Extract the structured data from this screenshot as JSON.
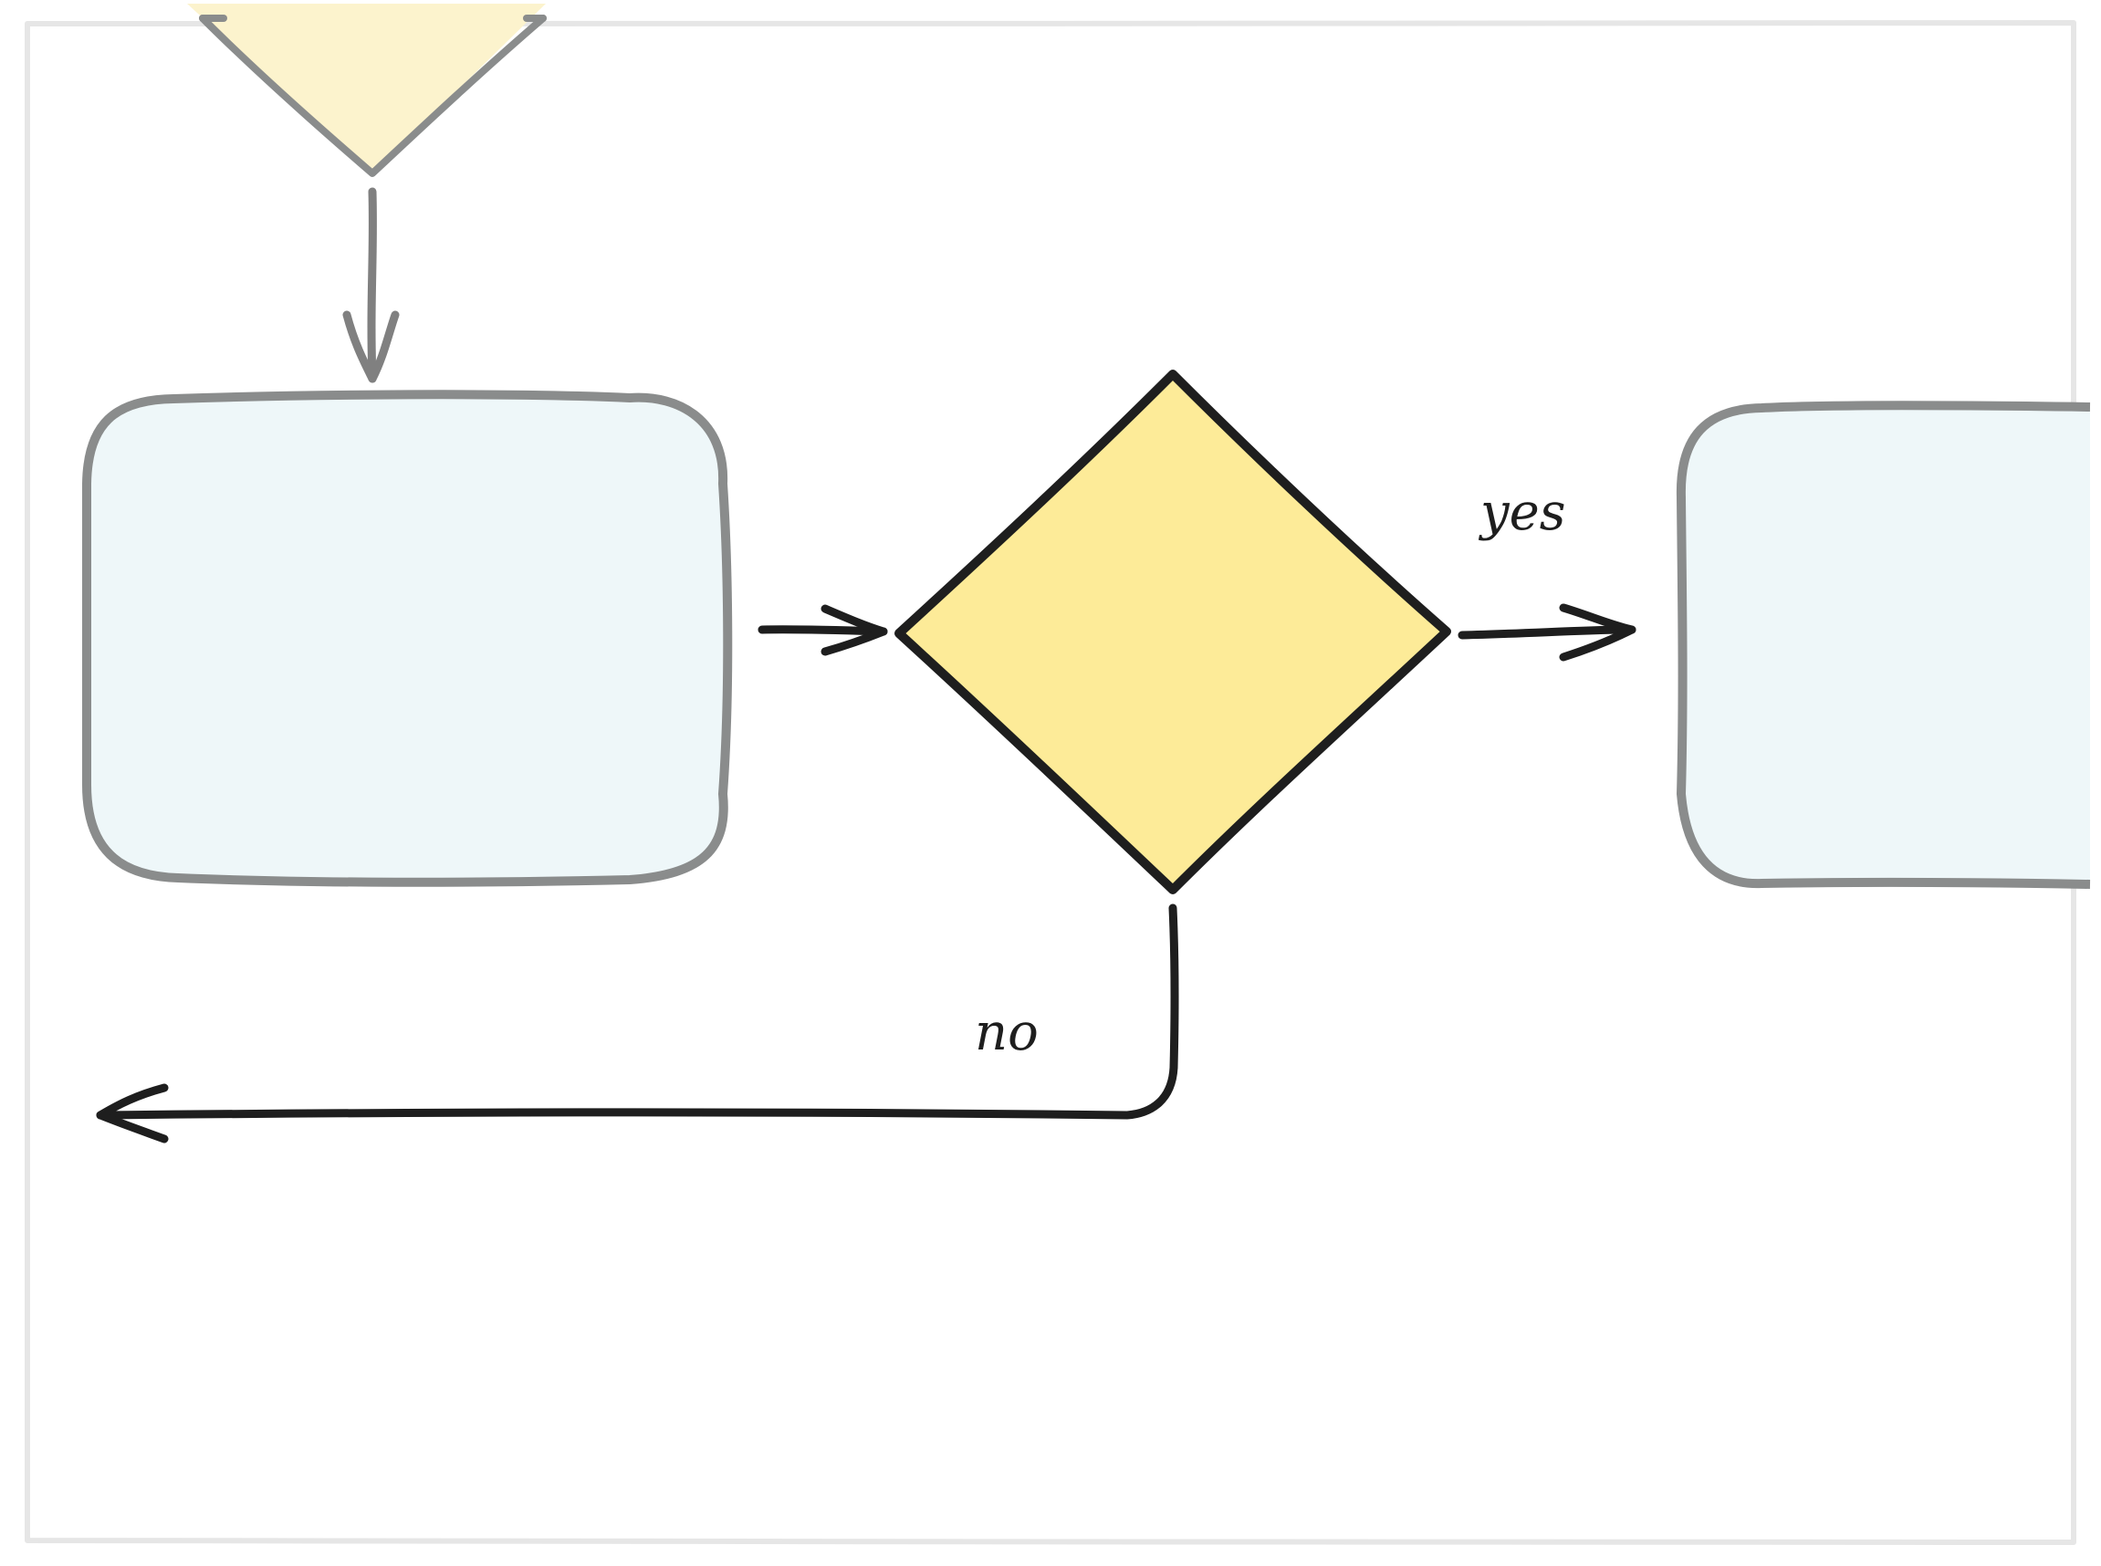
{
  "diagram": {
    "labels": {
      "yes": "yes",
      "no": "no"
    },
    "colors": {
      "frame": "#e6e6e6",
      "process_fill": "#eef7f9",
      "process_stroke": "#8a8c8c",
      "decision_fill": "#fdeb98",
      "top_shape_fill": "#fcf3cd",
      "dark_stroke": "#1e1e1e",
      "faded_stroke": "#808080"
    },
    "shapes": [
      {
        "kind": "partial-triangle",
        "name": "top-partial-shape"
      },
      {
        "kind": "rounded-rect",
        "name": "left-process-box"
      },
      {
        "kind": "diamond",
        "name": "decision-diamond"
      },
      {
        "kind": "rounded-rect",
        "name": "right-process-box"
      }
    ]
  }
}
